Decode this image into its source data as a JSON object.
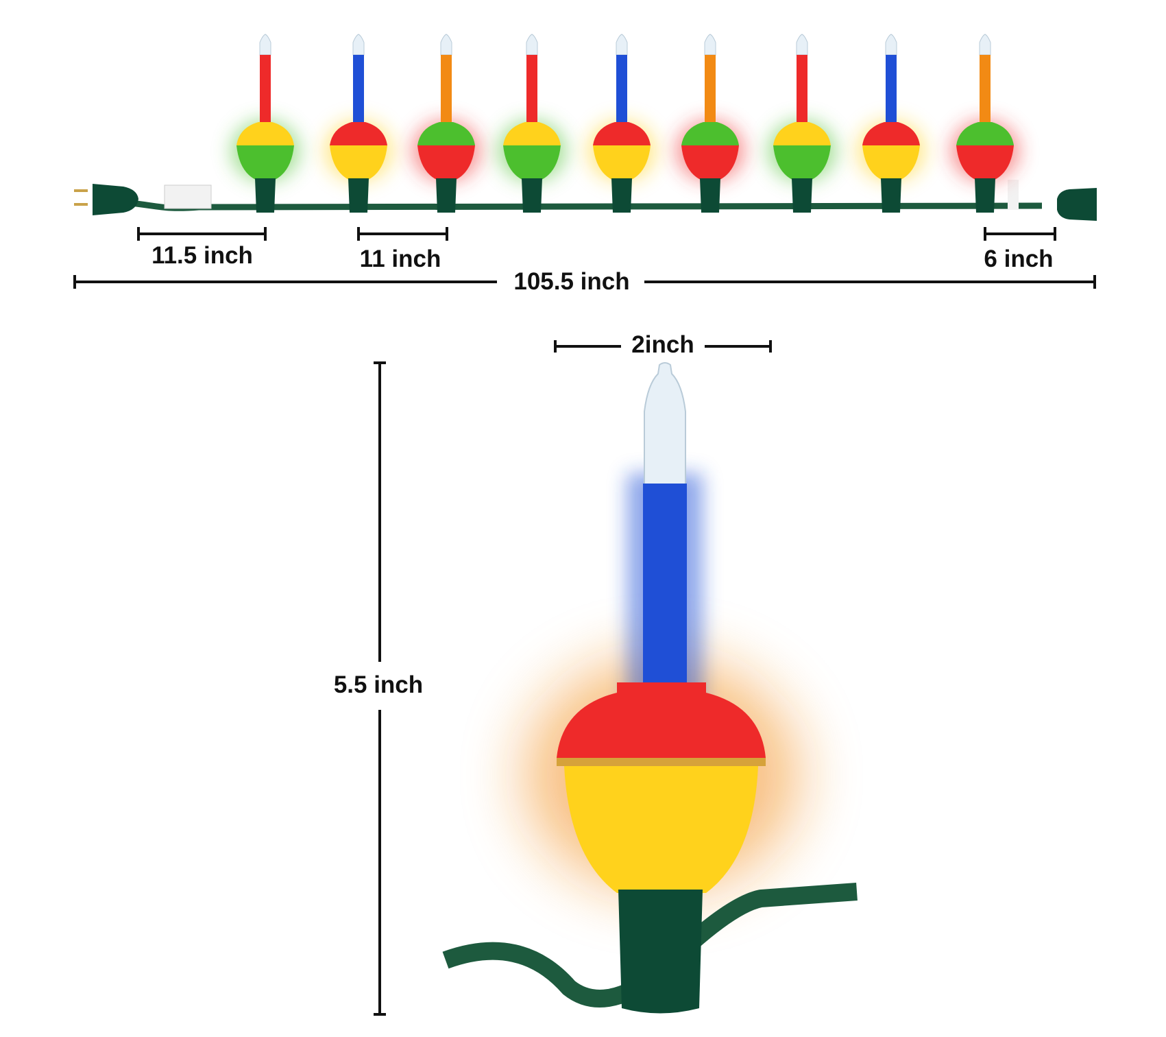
{
  "dimensions": {
    "lead_in": "11.5 inch",
    "spacing": "11 inch",
    "lead_out": "6 inch",
    "total_length": "105.5 inch",
    "bulb_width": "2inch",
    "bulb_height": "5.5 inch"
  },
  "colors": {
    "red": "#ee2a2a",
    "blue": "#1f4fd6",
    "orange": "#f28a14",
    "yellow": "#ffd21c",
    "green": "#4cbf2e",
    "socket": "#0d4a35",
    "wire": "#1d5a3e"
  },
  "bulbs": [
    {
      "tube": "red",
      "cap": "yellow",
      "base": "green"
    },
    {
      "tube": "blue",
      "cap": "red",
      "base": "yellow"
    },
    {
      "tube": "orange",
      "cap": "green",
      "base": "red"
    },
    {
      "tube": "red",
      "cap": "yellow",
      "base": "green"
    },
    {
      "tube": "blue",
      "cap": "red",
      "base": "yellow"
    },
    {
      "tube": "orange",
      "cap": "green",
      "base": "red"
    },
    {
      "tube": "red",
      "cap": "yellow",
      "base": "green"
    },
    {
      "tube": "blue",
      "cap": "red",
      "base": "yellow"
    },
    {
      "tube": "orange",
      "cap": "green",
      "base": "red"
    }
  ],
  "featured_bulb": {
    "tube": "blue",
    "cap": "red",
    "base": "yellow"
  }
}
